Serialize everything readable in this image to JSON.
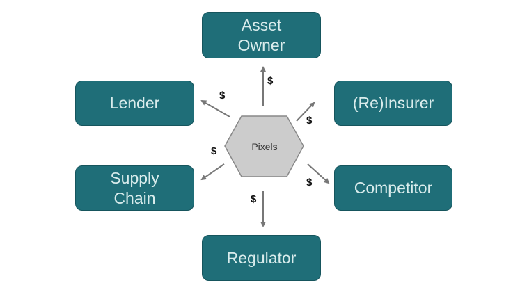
{
  "diagram": {
    "center": {
      "label": "Pixels",
      "fill": "#cccccc",
      "stroke": "#888888"
    },
    "nodes": [
      {
        "id": "asset-owner",
        "label": "Asset Owner"
      },
      {
        "id": "lender",
        "label": "Lender"
      },
      {
        "id": "reinsurer",
        "label": "(Re)Insurer"
      },
      {
        "id": "supply-chain",
        "label": "Supply Chain"
      },
      {
        "id": "competitor",
        "label": "Competitor"
      },
      {
        "id": "regulator",
        "label": "Regulator"
      }
    ],
    "edges": [
      {
        "from": "Pixels",
        "to": "asset-owner",
        "label": "$"
      },
      {
        "from": "Pixels",
        "to": "lender",
        "label": "$"
      },
      {
        "from": "Pixels",
        "to": "reinsurer",
        "label": "$"
      },
      {
        "from": "Pixels",
        "to": "supply-chain",
        "label": "$"
      },
      {
        "from": "Pixels",
        "to": "competitor",
        "label": "$"
      },
      {
        "from": "Pixels",
        "to": "regulator",
        "label": "$"
      }
    ],
    "colors": {
      "node_fill": "#1f6e78",
      "node_text": "#d9ecec",
      "arrow": "#777777",
      "dollar": "#111111"
    }
  }
}
